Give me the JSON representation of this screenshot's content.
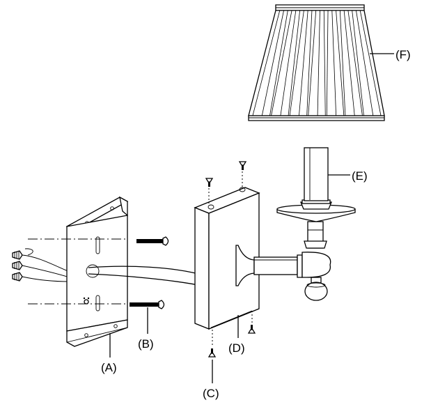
{
  "labels": {
    "a": "(A)",
    "b": "(B)",
    "c": "(C)",
    "d": "(D)",
    "e": "(E)",
    "f": "(F)"
  },
  "colors": {
    "line": "#000000",
    "background": "#ffffff"
  }
}
